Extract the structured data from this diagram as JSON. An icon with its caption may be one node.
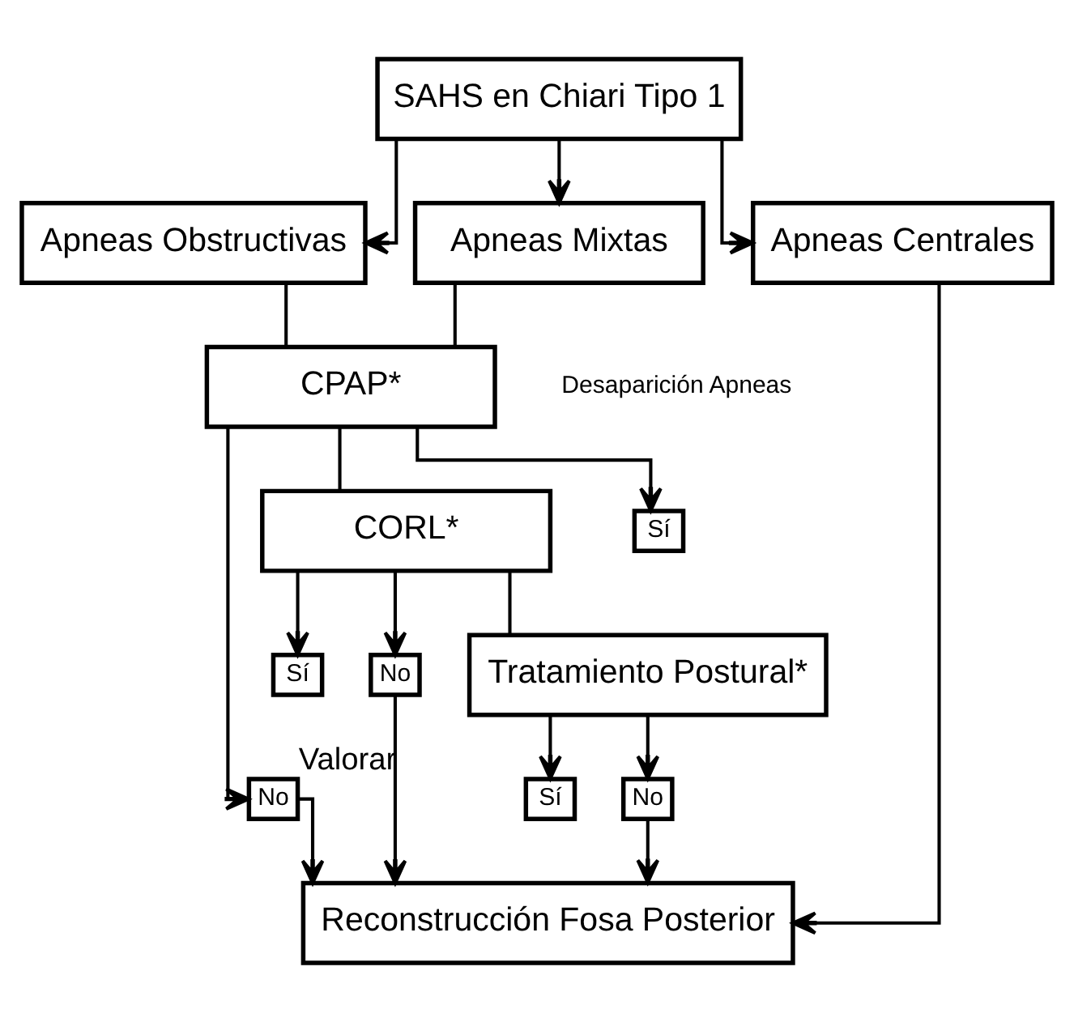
{
  "diagram": {
    "nodes": [
      {
        "text": [
          "SAHS en Chiari Tipo 1"
        ]
      },
      {
        "text": [
          "Apneas Obstructivas"
        ]
      },
      {
        "text": [
          "Apneas Mixtas"
        ]
      },
      {
        "text": [
          "Apneas Centrales"
        ]
      },
      {
        "text": [
          "CPAP*"
        ]
      },
      {
        "text": [
          "Sí"
        ]
      },
      {
        "text": [
          "No"
        ]
      },
      {
        "text": [
          "CORL*"
        ]
      },
      {
        "text": [
          "Sí"
        ]
      },
      {
        "text": [
          "No"
        ]
      },
      {
        "text": [
          "Tratamiento Postural*"
        ]
      },
      {
        "text": [
          "Sí"
        ]
      },
      {
        "text": [
          "No"
        ]
      },
      {
        "text": [
          "Reconstrucción Fosa Posterior"
        ]
      }
    ],
    "edges": [
      {
        "from": 0,
        "to": 1,
        "arrow": "to"
      },
      {
        "from": 0,
        "to": 2,
        "arrow": "to"
      },
      {
        "from": 0,
        "to": 3,
        "arrow": "to"
      },
      {
        "from": 1,
        "to": 4,
        "arrow": "none"
      },
      {
        "from": 2,
        "to": 4,
        "arrow": "none"
      },
      {
        "from": 3,
        "to": 13,
        "arrow": "to"
      },
      {
        "from": 4,
        "to": 5,
        "arrow": "to"
      },
      {
        "from": 4,
        "to": 6,
        "arrow": "to"
      },
      {
        "from": 4,
        "to": 7,
        "arrow": "none"
      },
      {
        "from": 7,
        "to": 8,
        "arrow": "to"
      },
      {
        "from": 7,
        "to": 9,
        "arrow": "to"
      },
      {
        "from": 7,
        "to": 10,
        "arrow": "none"
      },
      {
        "from": 10,
        "to": 11,
        "arrow": "to"
      },
      {
        "from": 10,
        "to": 12,
        "arrow": "to"
      },
      {
        "from": 6,
        "to": 13,
        "arrow": "to"
      },
      {
        "from": 9,
        "to": 13,
        "arrow": "to",
        "label": "Valorar"
      },
      {
        "from": 12,
        "to": 13,
        "arrow": "to"
      }
    ],
    "labels": [
      "Desaparición Apneas"
    ]
  }
}
